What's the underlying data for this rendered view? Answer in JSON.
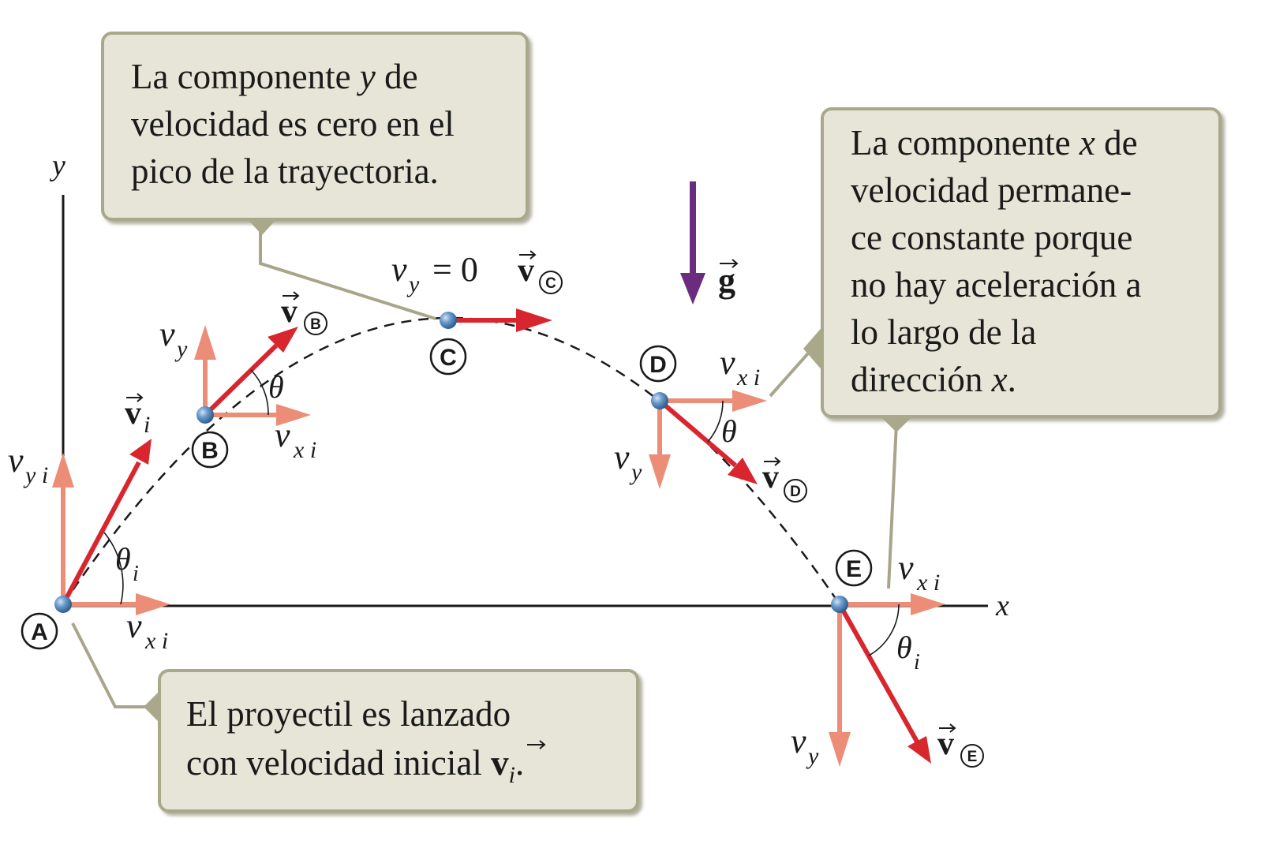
{
  "colors": {
    "velocity": "#d8262f",
    "component": "#ec8d78",
    "gravity": "#6b2c80",
    "ball": "#5b8fc2",
    "axis": "#1a1a1a",
    "callout_fill": "#e6e5d8",
    "callout_border": "#aaa88a",
    "leader": "#a8a58a"
  },
  "axes": {
    "x_label": "x",
    "y_label": "y"
  },
  "points": {
    "A": "A",
    "B": "B",
    "C": "C",
    "D": "D",
    "E": "E"
  },
  "symbols": {
    "v": "v",
    "g": "g",
    "x": "x",
    "y": "y",
    "i": "i",
    "yi": "y i",
    "xi": "x i",
    "theta": "θ",
    "equals_zero": "= 0"
  },
  "callouts": {
    "peak": {
      "lines": [
        [
          "La componente ",
          "y",
          " de"
        ],
        [
          "velocidad es cero en el"
        ],
        [
          "pico de la trayectoria."
        ]
      ]
    },
    "horizontal": {
      "lines": [
        [
          "La componente ",
          "x",
          " de"
        ],
        [
          "velocidad permane-"
        ],
        [
          "ce constante porque"
        ],
        [
          "no hay aceleración a"
        ],
        [
          "lo largo de la"
        ],
        [
          "dirección ",
          "x",
          "."
        ]
      ]
    },
    "launch": {
      "line1": "El proyectil es lanzado",
      "line2_prefix": "con velocidad inicial ",
      "line2_suffix": "."
    }
  }
}
